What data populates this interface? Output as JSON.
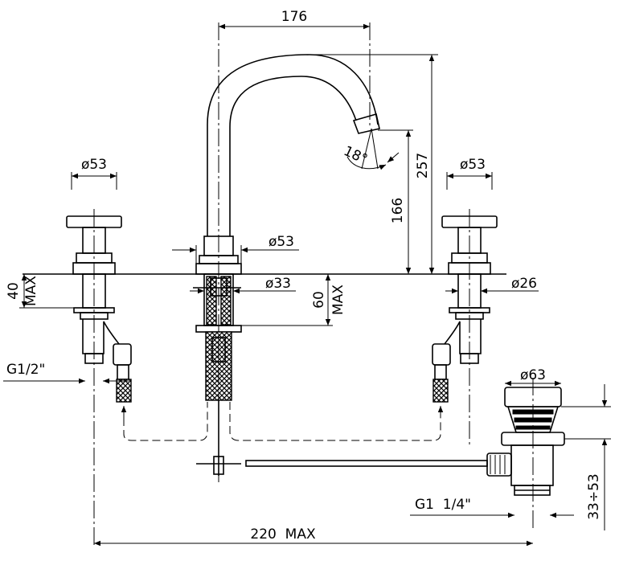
{
  "dimensions": {
    "spout_reach": "176",
    "total_height": "257",
    "spout_height": "166",
    "spout_angle": "18°",
    "handle_diam_left": "ø53",
    "handle_diam_right": "ø53",
    "spout_base_diam": "ø53",
    "spout_shank_diam": "ø33",
    "valve_shank_diam": "ø26",
    "valve_shank_max": "40",
    "valve_shank_max_label": "MAX",
    "spout_shank_max": "60",
    "spout_shank_max_label": "MAX",
    "inlet_thread": "G1/2\"",
    "drain_diam": "ø63",
    "drain_thread": "G1  1/4\"",
    "drain_range": "33÷53",
    "total_width": "220  MAX"
  }
}
